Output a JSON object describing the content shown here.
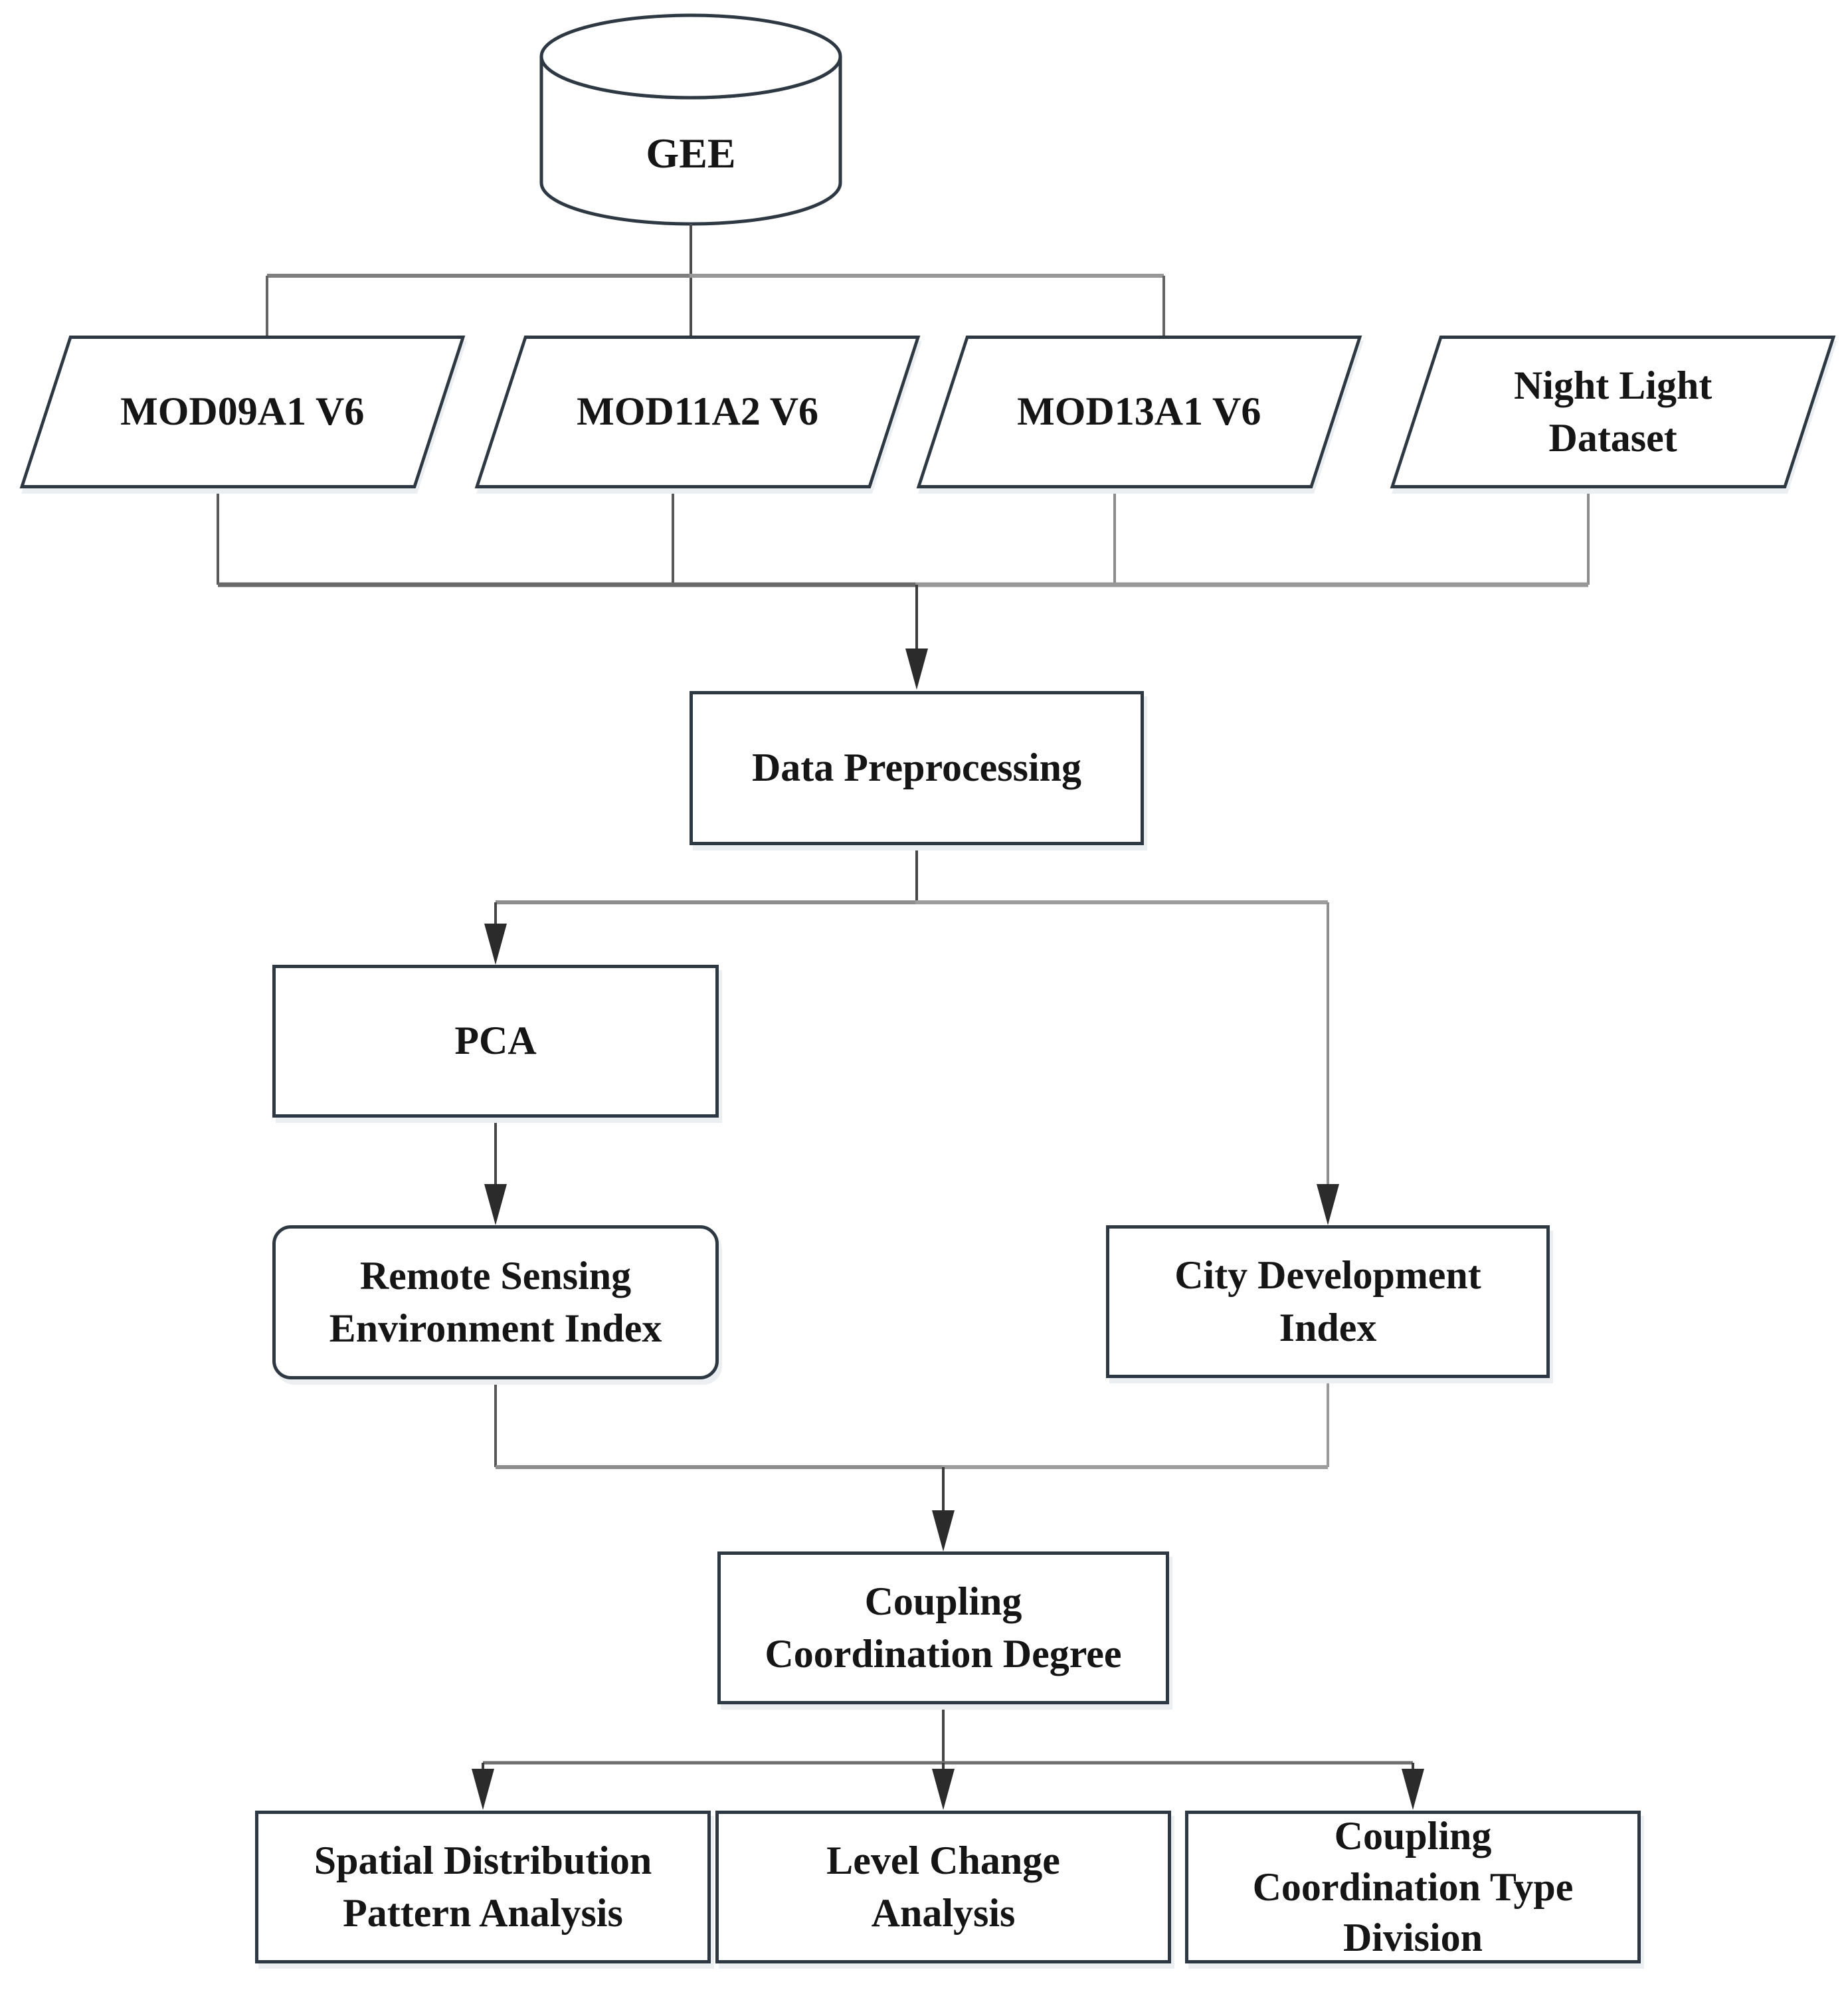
{
  "diagram": {
    "type": "flowchart",
    "background": "#ffffff",
    "colors": {
      "shape_border": "#2d3842",
      "text": "#151515",
      "line_dark": "#464646",
      "line_gray_medium": "#8a8a8a",
      "line_gray_light": "#9d9d9d",
      "arrowhead": "#2b2b2b",
      "shadow": "#eceff1"
    },
    "nodes": {
      "gee": {
        "label": "GEE",
        "shape": "cylinder"
      },
      "mod09a1": {
        "label": "MOD09A1 V6",
        "shape": "parallelogram"
      },
      "mod11a2": {
        "label": "MOD11A2 V6",
        "shape": "parallelogram"
      },
      "mod13a1": {
        "label": "MOD13A1 V6",
        "shape": "parallelogram"
      },
      "night_light": {
        "label": "Night Light\nDataset",
        "shape": "parallelogram"
      },
      "data_preprocessing": {
        "label": "Data Preprocessing",
        "shape": "rect"
      },
      "pca": {
        "label": "PCA",
        "shape": "rect"
      },
      "rsei": {
        "label": "Remote Sensing\nEnvironment Index",
        "shape": "rounded-rect"
      },
      "cdi": {
        "label": "City Development\nIndex",
        "shape": "rect"
      },
      "ccd": {
        "label": "Coupling\nCoordination Degree",
        "shape": "rect"
      },
      "spatial_analysis": {
        "label": "Spatial Distribution\nPattern Analysis",
        "shape": "rect"
      },
      "level_change": {
        "label": "Level Change\nAnalysis",
        "shape": "rect"
      },
      "type_division": {
        "label": "Coupling\nCoordination Type\nDivision",
        "shape": "rect"
      }
    },
    "edges": [
      {
        "from": "gee",
        "to": "mod09a1"
      },
      {
        "from": "gee",
        "to": "mod11a2"
      },
      {
        "from": "gee",
        "to": "mod13a1"
      },
      {
        "from": "mod09a1",
        "to": "data_preprocessing"
      },
      {
        "from": "mod11a2",
        "to": "data_preprocessing"
      },
      {
        "from": "mod13a1",
        "to": "data_preprocessing"
      },
      {
        "from": "night_light",
        "to": "data_preprocessing"
      },
      {
        "from": "data_preprocessing",
        "to": "pca"
      },
      {
        "from": "data_preprocessing",
        "to": "cdi"
      },
      {
        "from": "pca",
        "to": "rsei"
      },
      {
        "from": "rsei",
        "to": "ccd"
      },
      {
        "from": "cdi",
        "to": "ccd"
      },
      {
        "from": "ccd",
        "to": "spatial_analysis"
      },
      {
        "from": "ccd",
        "to": "level_change"
      },
      {
        "from": "ccd",
        "to": "type_division"
      }
    ]
  }
}
